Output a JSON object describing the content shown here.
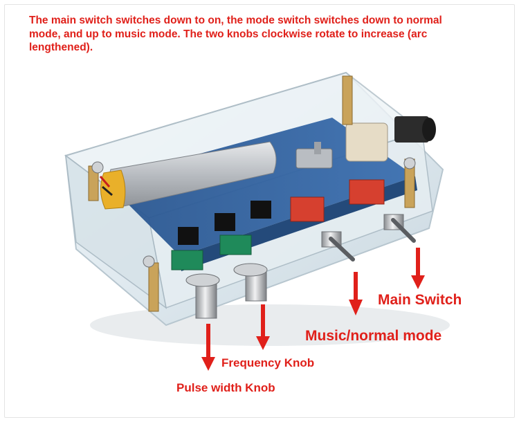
{
  "caption": "The main switch switches down to on, the mode switch switches down to normal mode, and up to music mode. The two knobs clockwise rotate to increase (arc lengthened).",
  "labels": {
    "main_switch": "Main Switch",
    "music_normal_mode": "Music/normal mode",
    "frequency_knob": "Frequency Knob",
    "pulse_width_knob": "Pulse width Knob"
  },
  "colors": {
    "annotation_red": "#e0201a",
    "pcb_blue": "#2f5f9e",
    "acrylic": "#dfe9ef",
    "battery_silver": "#c9ccd0",
    "battery_yellow": "#e9b02a",
    "switch_red": "#d6402f",
    "knob_chrome": "#b9bcc0",
    "knob_green_base": "#1f8a5a"
  },
  "icons": {
    "arrows": "down-arrow-icon"
  }
}
